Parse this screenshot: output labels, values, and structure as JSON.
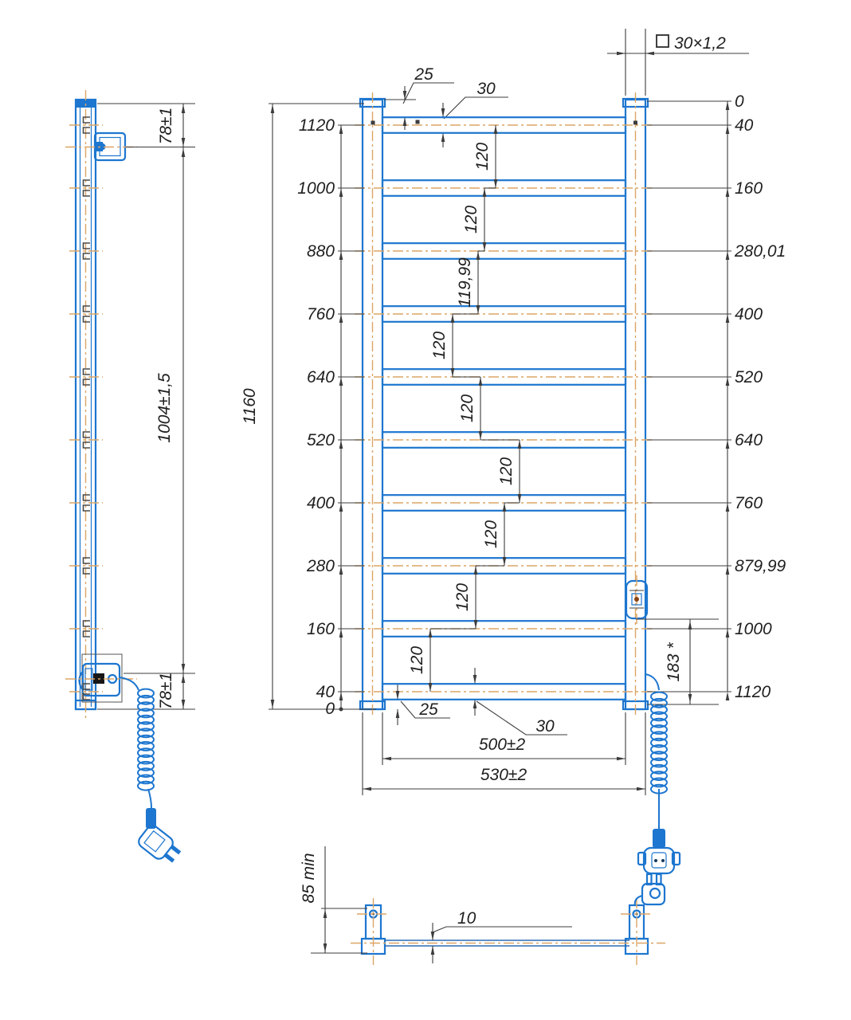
{
  "meta": {
    "type": "technical-drawing",
    "subject": "heated ladder towel rail with electric element and spiral power cord"
  },
  "colors": {
    "tube_blue": "#1d76cf",
    "centerline_orange": "#dca566",
    "dimension_dark": "#3c3c3c"
  },
  "side_view": {
    "top_offset": "78±1",
    "mount_span": "1004±1,5",
    "bottom_offset": "78±1"
  },
  "front_view": {
    "overall_height": "1160",
    "profile_callout": "30×1,2",
    "left_dims": [
      "1120",
      "1000",
      "880",
      "760",
      "640",
      "520",
      "400",
      "280",
      "160",
      "40",
      "0"
    ],
    "right_dims": [
      "0",
      "40",
      "160",
      "280,01",
      "400",
      "520",
      "640",
      "760",
      "879,99",
      "1000",
      "1120"
    ],
    "spacing_dims": [
      "120",
      "120",
      "119,99",
      "120",
      "120",
      "120",
      "120",
      "120",
      "120"
    ],
    "top_gap": "25",
    "top_tube": "30",
    "bottom_gap": "25",
    "bottom_tube": "30",
    "inner_width": "500±2",
    "outer_width": "530±2",
    "element_offset": "183 *"
  },
  "bottom_view": {
    "min_wall_clearance": "85 min",
    "tube_thickness": "10"
  }
}
